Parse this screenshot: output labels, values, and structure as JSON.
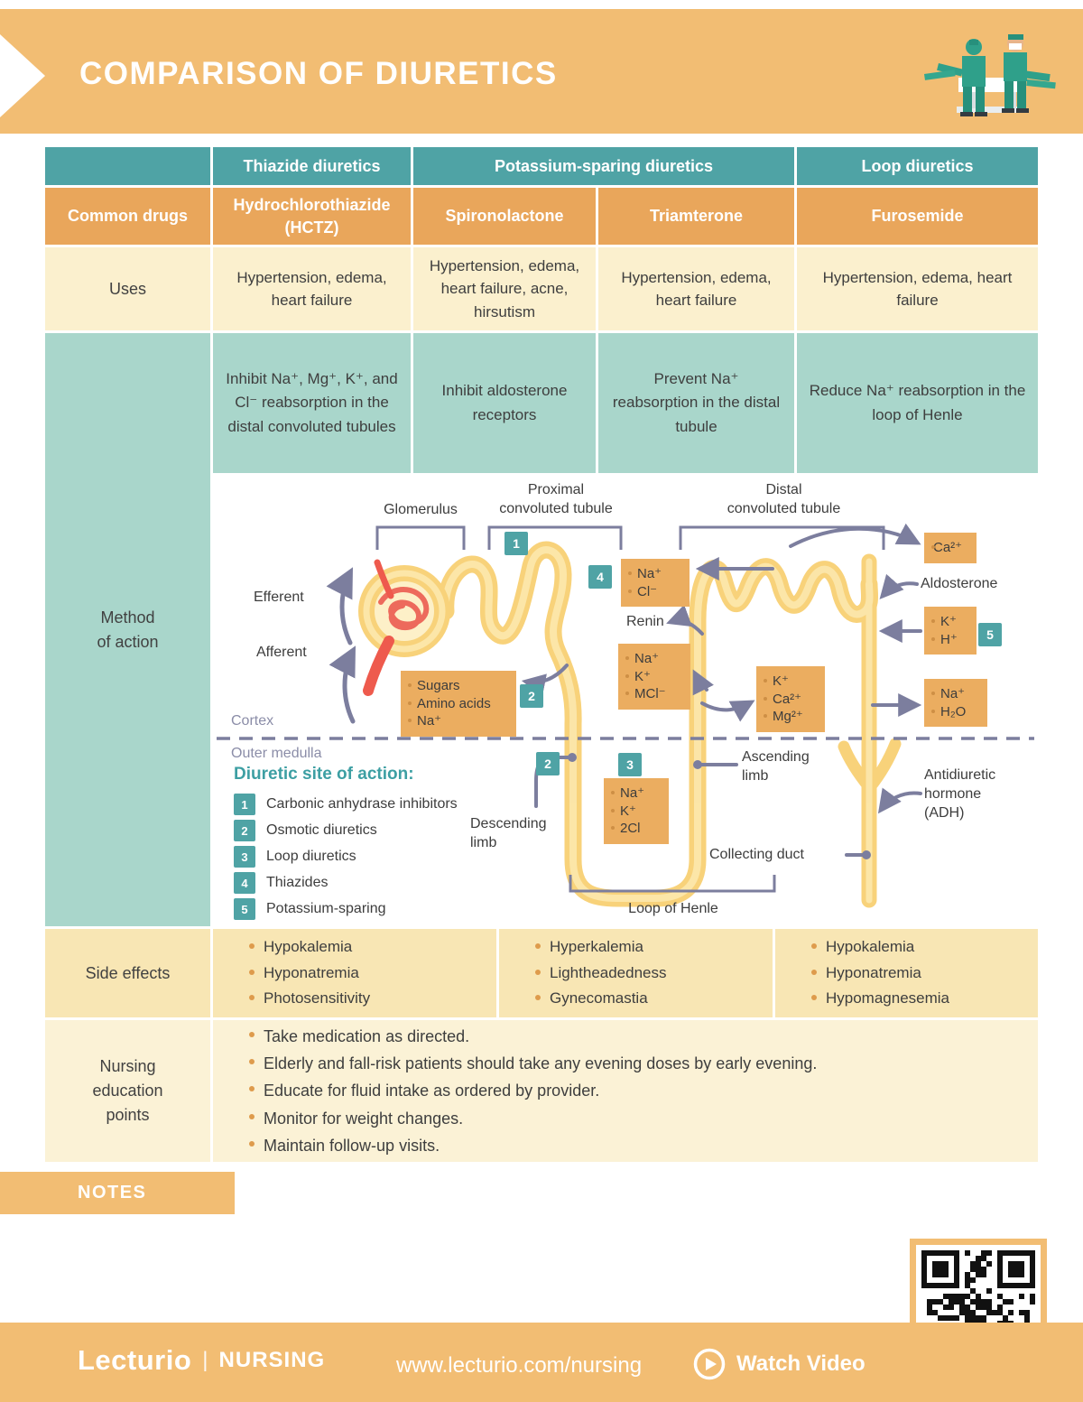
{
  "header": {
    "title": "COMPARISON OF DIURETICS",
    "illustration": "nurses-with-operating-table"
  },
  "table": {
    "columns": [
      "Thiazide diuretics",
      "Potassium-sparing diuretics",
      "Loop diuretics"
    ],
    "common_drugs": {
      "label": "Common drugs",
      "cells": [
        "Hydrochlorothiazide (HCTZ)",
        "Spironolactone",
        "Triamterone",
        "Furosemide"
      ]
    },
    "uses": {
      "label": "Uses",
      "cells": [
        "Hypertension, edema, heart failure",
        "Hypertension, edema, heart failure, acne, hirsutism",
        "Hypertension, edema, heart failure",
        "Hypertension, edema, heart failure"
      ]
    },
    "method": {
      "label": "Method\nof action",
      "cells": [
        "Inhibit Na⁺, Mg⁺, K⁺, and Cl⁻ reabsorption in the distal convoluted tubules",
        "Inhibit aldosterone receptors",
        "Prevent Na⁺ reabsorption in the distal tubule",
        "Reduce Na⁺ reabsorption in the loop of Henle"
      ]
    },
    "side_effects": {
      "label": "Side effects",
      "thiazide": [
        "Hypokalemia",
        "Hyponatremia",
        "Photosensitivity"
      ],
      "potassium_sparing": [
        "Hyperkalemia",
        "Lightheadedness",
        "Gynecomastia"
      ],
      "loop": [
        "Hypokalemia",
        "Hyponatremia",
        "Hypomagnesemia"
      ]
    },
    "nursing": {
      "label": "Nursing\neducation\npoints",
      "items": [
        "Take medication as directed.",
        "Elderly and fall-risk patients should take any evening doses by early evening.",
        "Educate for fluid intake as ordered by provider.",
        "Monitor for weight changes.",
        "Maintain follow-up visits."
      ]
    }
  },
  "diagram": {
    "labels": {
      "glomerulus": "Glomerulus",
      "proximal": "Proximal\nconvoluted tubule",
      "distal": "Distal\nconvoluted tubule",
      "efferent": "Efferent",
      "afferent": "Afferent",
      "renin": "Renin",
      "cortex": "Cortex",
      "outer_medulla": "Outer medulla",
      "descending": "Descending\nlimb",
      "ascending": "Ascending\nlimb",
      "loop_of_henle": "Loop of Henle",
      "collecting_duct": "Collecting duct",
      "adh": "Antidiuretic\nhormone\n(ADH)",
      "aldosterone": "Aldosterone"
    },
    "boxes": {
      "dct": [
        "Na⁺",
        "Cl⁻"
      ],
      "sugars": [
        "Sugars",
        "Amino acids",
        "Na⁺"
      ],
      "na_k_mcl": [
        "Na⁺",
        "K⁺",
        "MCl⁻"
      ],
      "k_ca_mg": [
        "K⁺",
        "Ca²⁺",
        "Mg²⁺"
      ],
      "ca": [
        "Ca²⁺"
      ],
      "k_h": [
        "K⁺",
        "H⁺"
      ],
      "na_h2o": [
        "Na⁺",
        "H₂O"
      ],
      "na_k_2cl": [
        "Na⁺",
        "K⁺",
        "2Cl"
      ]
    },
    "legend": {
      "title": "Diuretic site of action:",
      "items": [
        {
          "num": "1",
          "label": "Carbonic anhydrase inhibitors"
        },
        {
          "num": "2",
          "label": "Osmotic diuretics"
        },
        {
          "num": "3",
          "label": "Loop diuretics"
        },
        {
          "num": "4",
          "label": "Thiazides"
        },
        {
          "num": "5",
          "label": "Potassium-sparing"
        }
      ]
    }
  },
  "notes": {
    "label": "NOTES"
  },
  "footer": {
    "brand": "Lecturio",
    "separator": "|",
    "division": "NURSING",
    "url": "www.lecturio.com/nursing",
    "watch_video": "Watch Video"
  },
  "colors": {
    "banner_orange": "#F2BD73",
    "header_teal": "#4FA3A5",
    "drug_row_orange": "#E9A65B",
    "cream": "#FBF0CE",
    "mint": "#A9D6CB",
    "accent_teal": "#3D9FA3",
    "tubule_yellow": "#F8D27A",
    "arrow_purple": "#7C7E9E",
    "label_box_orange": "#EBAD60"
  }
}
